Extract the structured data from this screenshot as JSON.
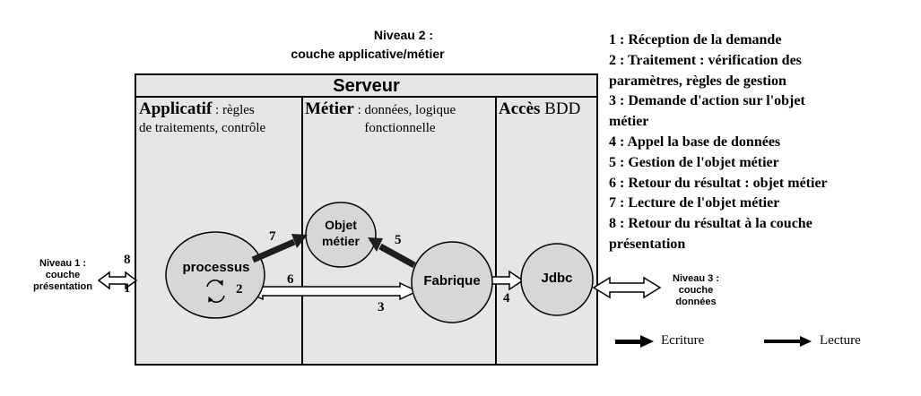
{
  "niveau2": {
    "line1": "Niveau 2 :",
    "line2": "couche applicative/métier"
  },
  "serveur": "Serveur",
  "columns": {
    "applicatif": {
      "bold": "Applicatif",
      "rest": " : règles",
      "line2": "de traitements, contrôle"
    },
    "metier": {
      "bold": "Métier",
      "rest": " : données, logique",
      "line2": "fonctionnelle"
    },
    "acces": {
      "bold": "Accès",
      "rest": " BDD"
    }
  },
  "nodes": {
    "processus": "processus",
    "objet_line1": "Objet",
    "objet_line2": "métier",
    "fabrique": "Fabrique",
    "jdbc": "Jdbc"
  },
  "niveau1": {
    "line1": "Niveau 1 :",
    "line2": "couche",
    "line3": "présentation"
  },
  "niveau3": {
    "line1": "Niveau 3 :",
    "line2": "couche",
    "line3": "données"
  },
  "step_numbers": {
    "n8": "8",
    "n1": "1",
    "n2": "2",
    "n6": "6",
    "n3": "3",
    "n7": "7",
    "n5": "5",
    "n4": "4"
  },
  "steps": [
    "1 : Réception de la demande",
    "2 : Traitement : vérification des",
    "paramètres, règles de gestion",
    "3 : Demande d'action sur l'objet",
    "métier",
    "4 : Appel la base de données",
    "5 : Gestion de l'objet métier",
    "6 : Retour du résultat : objet métier",
    "7 : Lecture de l'objet métier",
    "8 : Retour du résultat à la couche",
    "présentation"
  ],
  "legend": {
    "write": "Ecriture",
    "read": "Lecture"
  },
  "colors": {
    "panel": "#e6e6e6",
    "node": "#d7d7d7",
    "arrow_dark": "#1e1e1e",
    "line": "#000000"
  }
}
